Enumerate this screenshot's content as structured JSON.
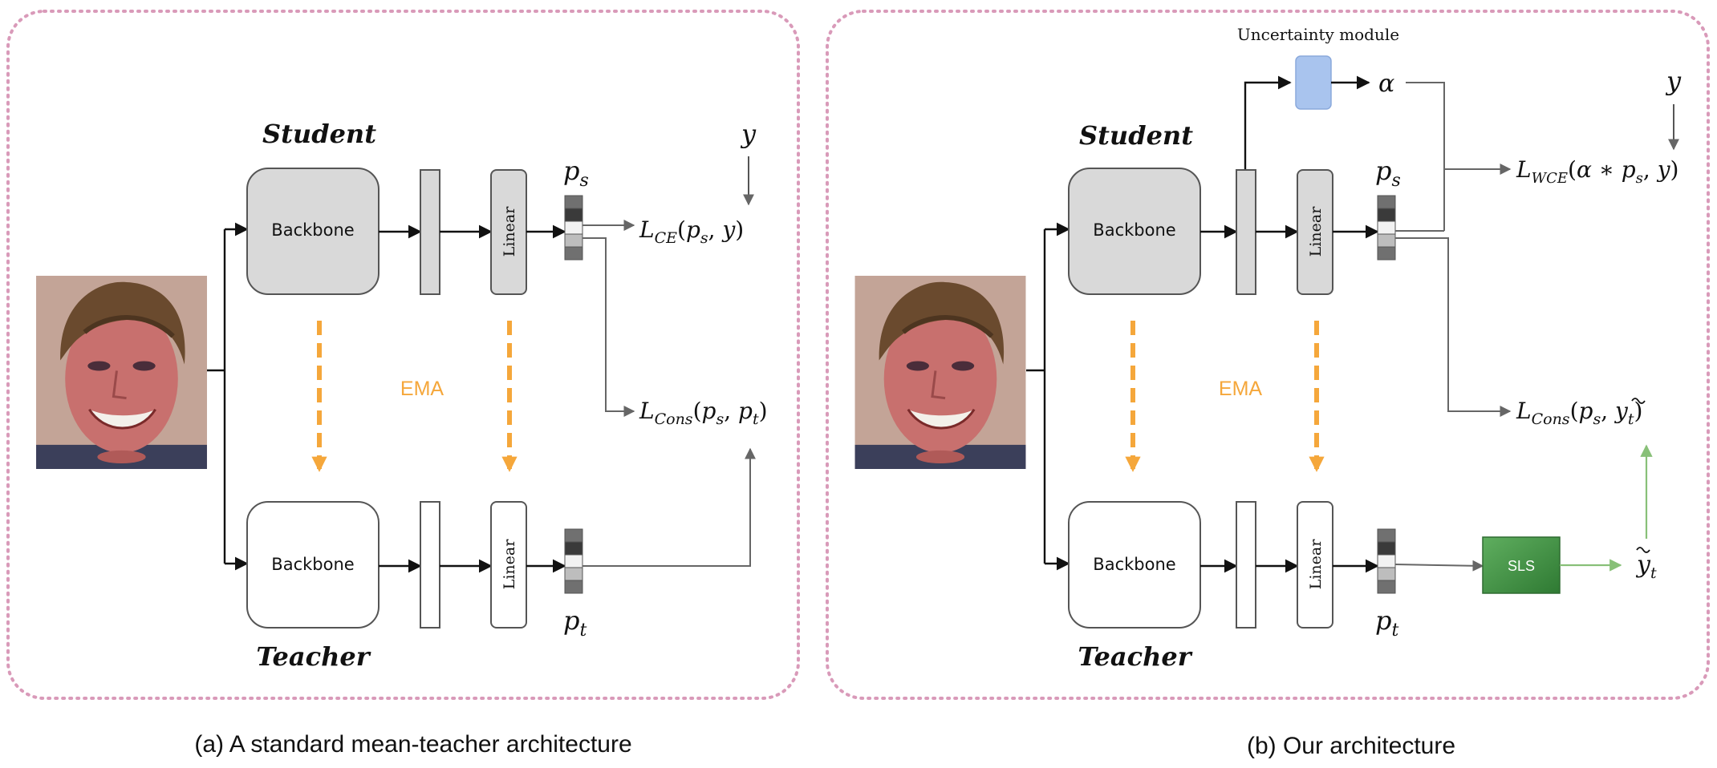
{
  "colors": {
    "panel_border": "#d99ab9",
    "box_fill_gray": "#d9d9d9",
    "box_stroke": "#555555",
    "arrow_black": "#111111",
    "arrow_gray": "#666666",
    "ema_orange": "#f5a73b",
    "uncertainty_blue": "#a9c4ee",
    "sls_green": "#4e9a4e",
    "sls_arrow_green": "#88c078"
  },
  "panel_a": {
    "student_label": "Student",
    "teacher_label": "Teacher",
    "backbone_label": "Backbone",
    "backbone_teacher_label": "Backbone",
    "linear_label": "Linear",
    "linear_teacher_label": "Linear",
    "ema_label": "EMA",
    "caption": "(a) A standard mean-teacher architecture",
    "face_image": "face-photo"
  },
  "panel_b": {
    "student_label": "Student",
    "teacher_label": "Teacher",
    "backbone_label": "Backbone",
    "backbone_teacher_label": "Backbone",
    "linear_label": "Linear",
    "linear_teacher_label": "Linear",
    "ema_label": "EMA",
    "uncertainty_label": "Uncertainty module",
    "sls_label": "SLS",
    "caption": "(b) Our architecture",
    "face_image": "face-photo"
  }
}
